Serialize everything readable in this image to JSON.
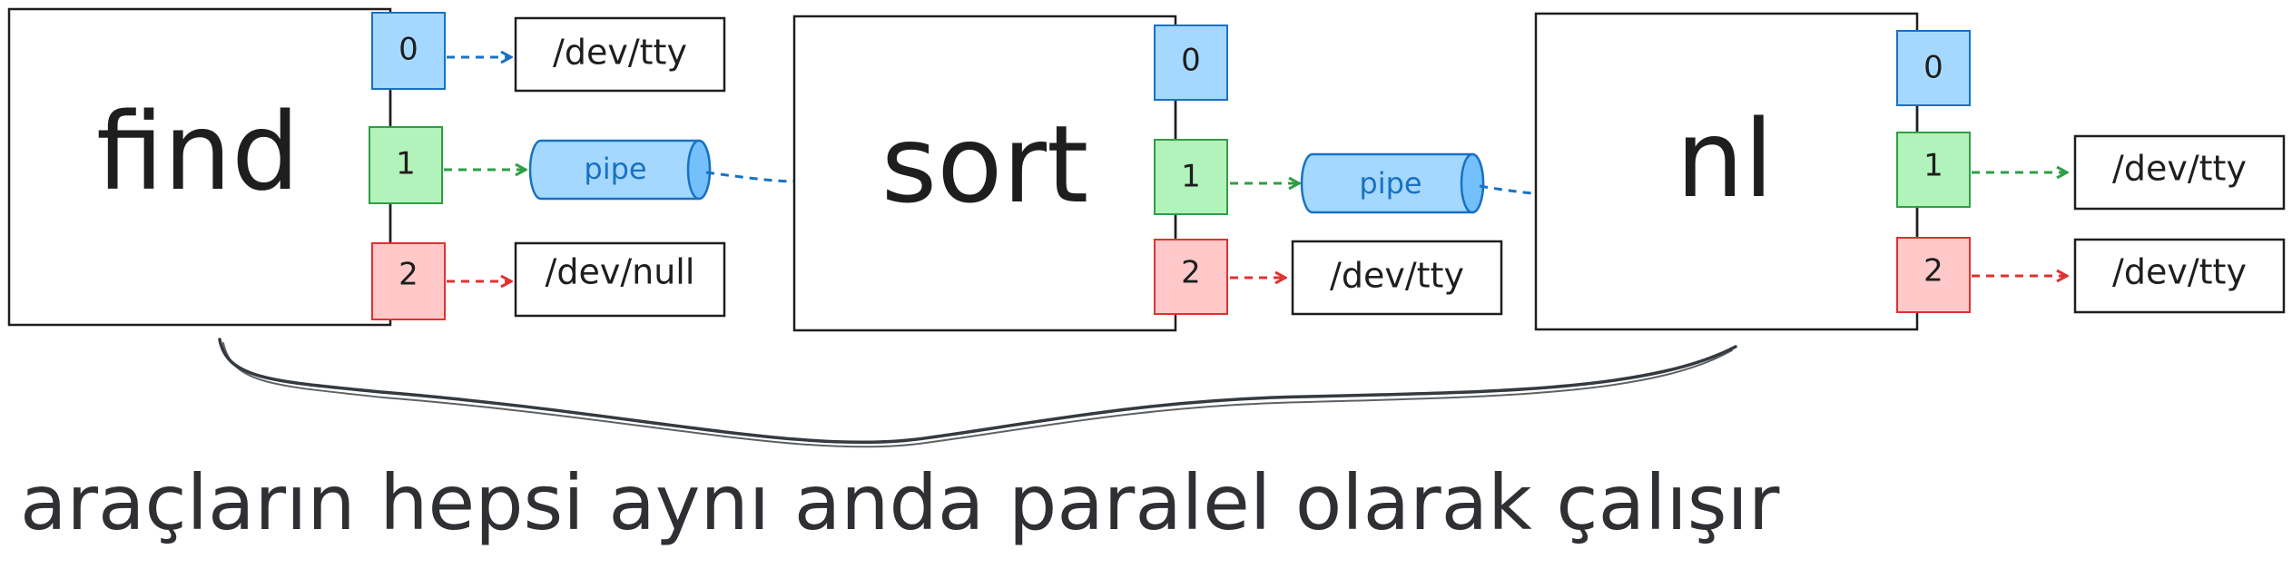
{
  "processes": [
    {
      "name": "find"
    },
    {
      "name": "sort"
    },
    {
      "name": "nl"
    }
  ],
  "fds": {
    "stdin": "0",
    "stdout": "1",
    "stderr": "2"
  },
  "targets": {
    "tty": "/dev/tty",
    "null": "/dev/null",
    "pipe": "pipe"
  },
  "caption": "araçların hepsi aynı anda paralel olarak çalışır",
  "colors": {
    "stdin_fill": "#a5d8ff",
    "stdin_stroke": "#1971c2",
    "stdout_fill": "#b2f2bb",
    "stdout_stroke": "#2f9e44",
    "stderr_fill": "#ffc9c9",
    "stderr_stroke": "#e03131",
    "ink": "#1e1e1e"
  }
}
